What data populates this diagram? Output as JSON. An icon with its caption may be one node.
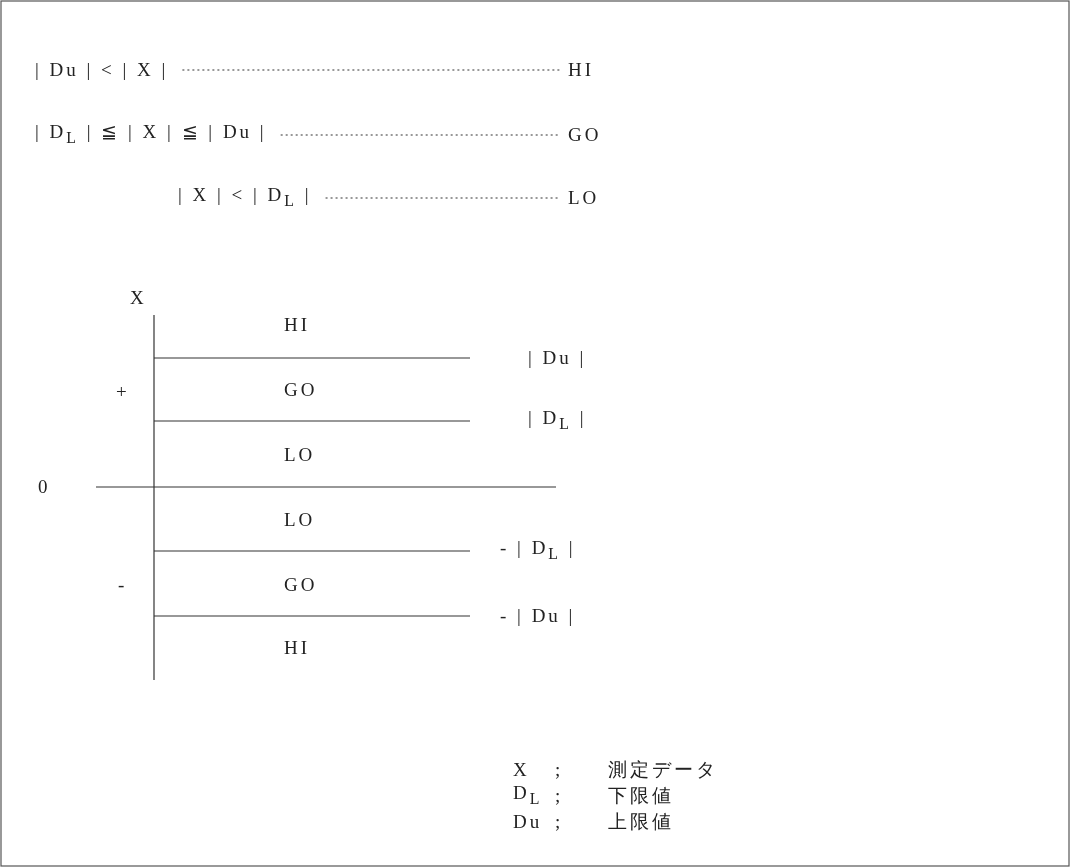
{
  "diagram": {
    "nodes": [
      {
        "text": [
          "| Du | < | X |"
        ]
      },
      {
        "text": [
          "HI"
        ]
      },
      {
        "text": [
          "| D$_{L}$ | ≦ | X | ≦ | Du |"
        ]
      },
      {
        "text": [
          "GO"
        ]
      },
      {
        "text": [
          "| X | < | D$_{L}$ |"
        ]
      },
      {
        "text": [
          "LO"
        ]
      }
    ],
    "edges": [
      {
        "from": 0,
        "to": 1,
        "arrow": "none",
        "style": "dashed"
      },
      {
        "from": 2,
        "to": 3,
        "arrow": "none",
        "style": "dashed"
      },
      {
        "from": 4,
        "to": 5,
        "arrow": "none",
        "style": "dashed"
      }
    ],
    "labels": [
      "X",
      "HI",
      "| Du |",
      "+",
      "GO",
      "| D$_{L}$ |",
      "LO",
      "0",
      "LO",
      "- | D$_{L}$ |",
      "-",
      "GO",
      "- | Du |",
      "HI",
      "X",
      ";",
      "測定データ",
      "D$_{L}$",
      ";",
      "下限値",
      "Du",
      ";",
      "上限値"
    ]
  }
}
